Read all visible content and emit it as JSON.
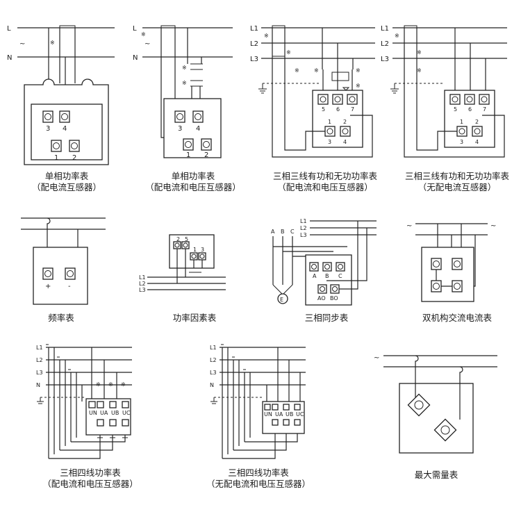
{
  "captions": [
    {
      "title": "单相功率表",
      "subtitle": "（配电流互感器）"
    },
    {
      "title": "单相功率表",
      "subtitle": "（配电流和电压互感器）"
    },
    {
      "title": "三相三线有功和无功功率表",
      "subtitle": "（配电流和电压互感器）"
    },
    {
      "title": "三相三线有功和无功功率表",
      "subtitle": "（无配电流互感器）"
    },
    {
      "title": "频率表",
      "subtitle": ""
    },
    {
      "title": "功率因素表",
      "subtitle": ""
    },
    {
      "title": "三相同步表",
      "subtitle": ""
    },
    {
      "title": "双机构交流电流表",
      "subtitle": ""
    },
    {
      "title": "三相四线功率表",
      "subtitle": "（配电流和电压互感器）"
    },
    {
      "title": "三相四线功率表",
      "subtitle": "（无配电流和电压互感器）"
    },
    {
      "title": "最大需量表",
      "subtitle": ""
    }
  ],
  "labels": {
    "L": "L",
    "N": "N",
    "ac": "~",
    "L1": "L1",
    "L2": "L2",
    "L3": "L3",
    "A": "A",
    "B": "B",
    "C": "C",
    "E": "E",
    "AO": "AO",
    "BO": "BO",
    "plus": "+",
    "minus": "-",
    "t1": "1",
    "t2": "2",
    "t3": "3",
    "t4": "4",
    "t5": "5",
    "t6": "6",
    "t7": "7",
    "UN": "UN",
    "UA": "UA",
    "UB": "UB",
    "UC": "UC",
    "sx": "※"
  }
}
